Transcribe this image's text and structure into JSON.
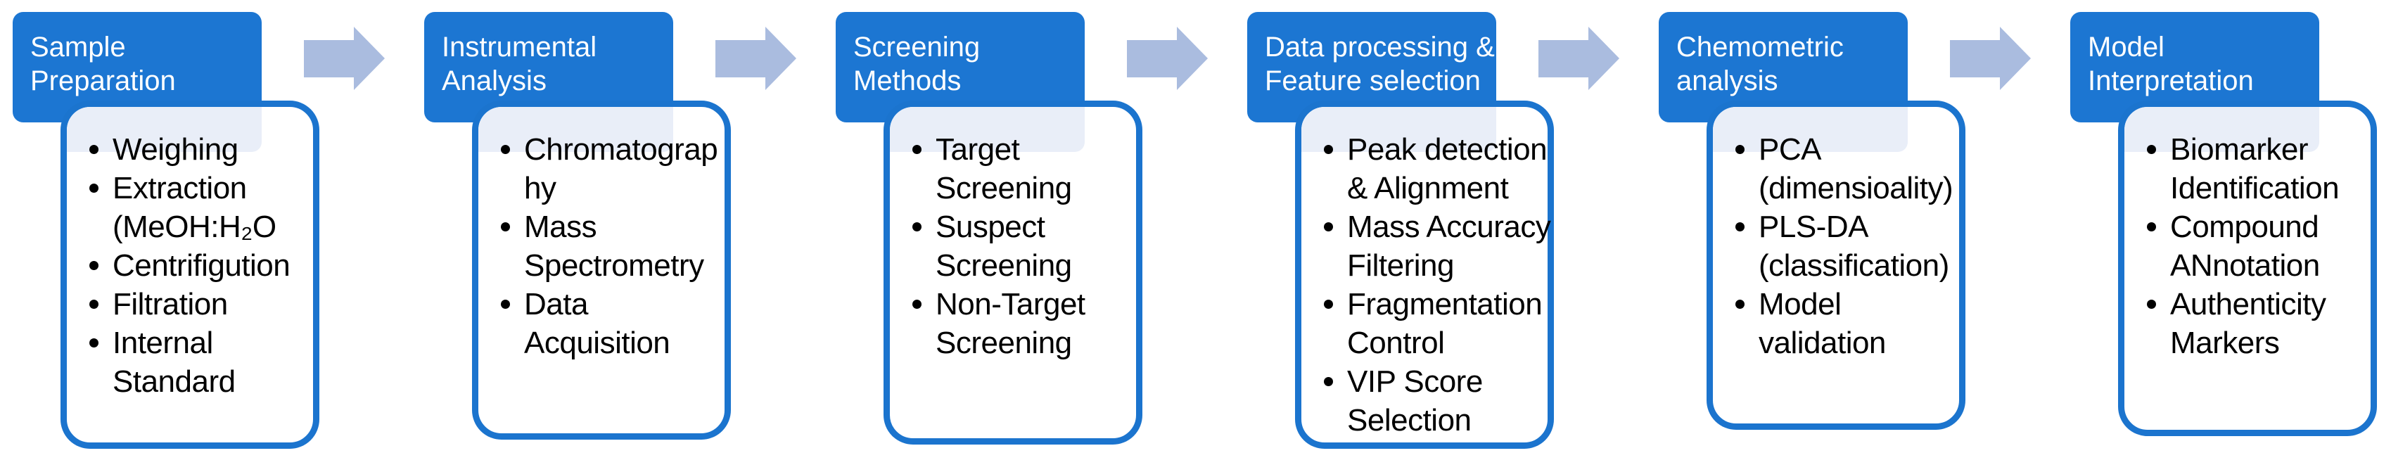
{
  "diagram": {
    "type": "process-flow",
    "direction": "left-to-right",
    "colors": {
      "background": "#FFFFFF",
      "header_fill": "#1C76D2",
      "header_text": "#FFFFFF",
      "box_border": "#1B74CE",
      "band_fill": "#E9EEF8",
      "bullet_text": "#000000",
      "arrow_fill": "#AABCDF"
    },
    "connector": {
      "icon": "arrow-right-icon",
      "count": 5
    },
    "stages": [
      {
        "title_lines": [
          "Sample",
          "Preparation"
        ],
        "bullets": [
          [
            "Weighing"
          ],
          [
            "Extraction",
            "(MeOH:H₂O"
          ],
          [
            "Centrifigution"
          ],
          [
            "Filtration"
          ],
          [
            "Internal",
            "Standard"
          ]
        ]
      },
      {
        "title_lines": [
          "Instrumental",
          "Analysis"
        ],
        "bullets": [
          [
            "Chromatograp",
            "hy"
          ],
          [
            "Mass",
            "Spectrometry"
          ],
          [
            "Data",
            "Acquisition"
          ]
        ]
      },
      {
        "title_lines": [
          "Screening",
          "Methods"
        ],
        "bullets": [
          [
            "Target",
            "Screening"
          ],
          [
            "Suspect",
            "Screening"
          ],
          [
            "Non-Target",
            "Screening"
          ]
        ]
      },
      {
        "title_lines": [
          "Data processing &",
          "Feature selection"
        ],
        "bullets": [
          [
            "Peak detection",
            "& Alignment"
          ],
          [
            "Mass Accuracy",
            "Filtering"
          ],
          [
            "Fragmentation",
            "Control"
          ],
          [
            "VIP Score",
            "Selection"
          ]
        ]
      },
      {
        "title_lines": [
          "Chemometric",
          "analysis"
        ],
        "bullets": [
          [
            "PCA",
            "(dimensioality)"
          ],
          [
            "PLS-DA",
            "(classification)"
          ],
          [
            "Model",
            "validation"
          ]
        ]
      },
      {
        "title_lines": [
          "Model",
          "Interpretation"
        ],
        "bullets": [
          [
            "Biomarker",
            "Identification"
          ],
          [
            "Compound",
            "ANnotation"
          ],
          [
            "Authenticity",
            "Markers"
          ]
        ]
      }
    ]
  }
}
